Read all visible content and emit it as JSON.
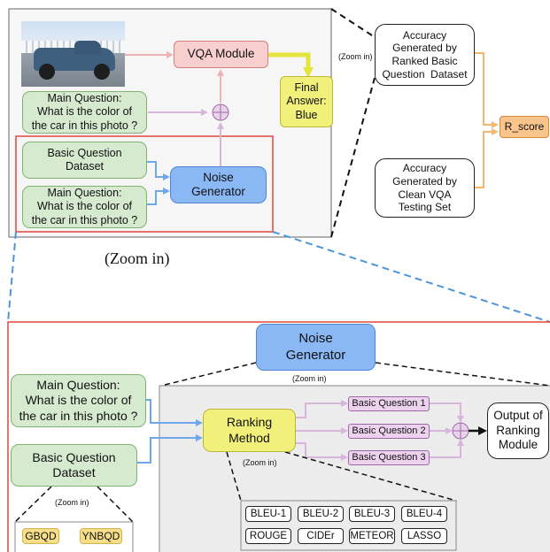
{
  "top": {
    "vqa_module": "VQA Module",
    "final_answer": "Final\nAnswer:\nBlue",
    "main_question": "Main Question:\nWhat is the color of\nthe car in this photo ?",
    "basic_question_dataset": "Basic Question\nDataset",
    "noise_generator": "Noise\nGenerator",
    "zoom_label": "(Zoom in)",
    "photo": "car-photo"
  },
  "right": {
    "zoom_label": "(Zoom in)",
    "acc_ranked": "Accuracy\nGenerated by\nRanked Basic\nQuestion  Dataset",
    "acc_clean": "Accuracy\nGenerated by\nClean VQA\nTesting Set",
    "r_score": "R_score"
  },
  "bottom": {
    "noise_generator": "Noise\nGenerator",
    "zoom_noise": "(Zoom in)",
    "main_question": "Main Question:\nWhat is the color of\nthe car in this photo ?",
    "basic_question_dataset": "Basic Question\nDataset",
    "zoom_dataset": "(Zoom in)",
    "tags": [
      "GBQD",
      "YNBQD"
    ],
    "ranking_method": "Ranking\nMethod",
    "zoom_ranking": "(Zoom in)",
    "basic_questions": [
      "Basic Question 1",
      "Basic Question 2",
      "Basic Question 3"
    ],
    "output": "Output of\nRanking\nModule",
    "metrics": [
      "BLEU-1",
      "BLEU-2",
      "BLEU-3",
      "BLEU-4",
      "ROUGE",
      "CIDEr",
      "METEOR",
      "LASSO"
    ]
  },
  "colors": {
    "green": "#d6ead0",
    "pink": "#f7cfcf",
    "yellow": "#f0f07a",
    "blue": "#8ab8f4",
    "orange": "#f9c58c",
    "lilac": "#ecd2ee",
    "red_frame": "#e0463f",
    "dashed_blue": "#4f96d8"
  }
}
